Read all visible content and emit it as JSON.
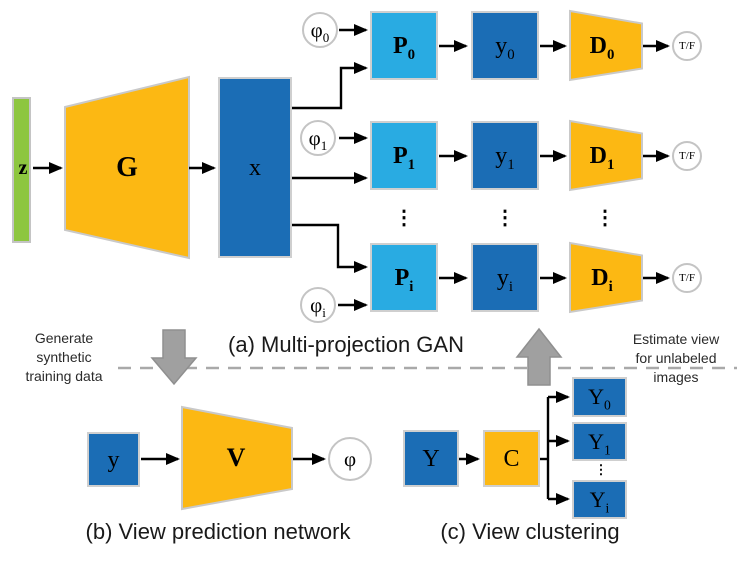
{
  "colors": {
    "light_blue": "#29abe2",
    "medium_blue": "#1b6db5",
    "yellow": "#fcb813",
    "green": "#8dc63f",
    "gray_arrow": "#a0a0a0",
    "dash_gray": "#a9a9a9"
  },
  "panel_a": {
    "caption": "(a) Multi-projection GAN",
    "z": "z",
    "g": "G",
    "x": "x",
    "vdots": "⋮",
    "rows": [
      {
        "phi_base": "φ",
        "phi_sub": "0",
        "p_base": "P",
        "p_sub": "0",
        "y_base": "y",
        "y_sub": "0",
        "d_base": "D",
        "d_sub": "0",
        "tf": "T/F"
      },
      {
        "phi_base": "φ",
        "phi_sub": "1",
        "p_base": "P",
        "p_sub": "1",
        "y_base": "y",
        "y_sub": "1",
        "d_base": "D",
        "d_sub": "1",
        "tf": "T/F"
      },
      {
        "phi_base": "φ",
        "phi_sub": "i",
        "p_base": "P",
        "p_sub": "i",
        "y_base": "y",
        "y_sub": "i",
        "d_base": "D",
        "d_sub": "i",
        "tf": "T/F"
      }
    ]
  },
  "divider": {
    "left_note_lines": [
      "Generate",
      "synthetic",
      "training data"
    ],
    "right_note_lines": [
      "Estimate view",
      "for unlabeled",
      "images"
    ]
  },
  "panel_b": {
    "caption": "(b) View prediction network",
    "y": "y",
    "v": "V",
    "phi": "φ"
  },
  "panel_c": {
    "caption": "(c) View clustering",
    "y": "Y",
    "c": "C",
    "vdots": "⋮",
    "outputs": [
      {
        "base": "Y",
        "sub": "0"
      },
      {
        "base": "Y",
        "sub": "1"
      },
      {
        "base": "Y",
        "sub": "i"
      }
    ]
  }
}
